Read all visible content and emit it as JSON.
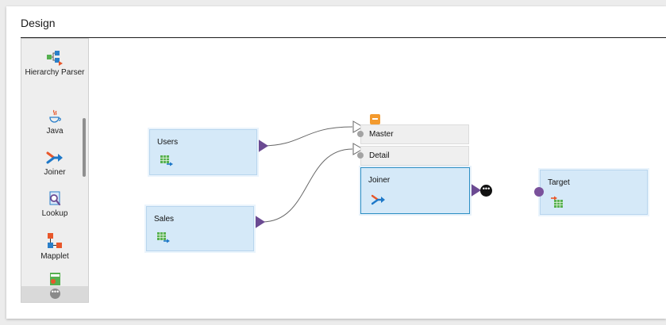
{
  "panel": {
    "title": "Design"
  },
  "palette": {
    "items": [
      {
        "label": "Hierarchy Parser",
        "icon": "hierarchy-parser-icon"
      },
      {
        "label": "Java",
        "icon": "java-icon"
      },
      {
        "label": "Joiner",
        "icon": "joiner-icon"
      },
      {
        "label": "Lookup",
        "icon": "lookup-icon"
      },
      {
        "label": "Mapplet",
        "icon": "mapplet-icon"
      },
      {
        "label": "",
        "icon": "partial-transformation-icon"
      }
    ],
    "footer_icon": "more-icon"
  },
  "canvas": {
    "nodes": {
      "users": {
        "label": "Users",
        "icon": "source-table-icon"
      },
      "sales": {
        "label": "Sales",
        "icon": "source-table-icon"
      },
      "joiner": {
        "label": "Joiner",
        "icon": "joiner-icon",
        "groups": [
          {
            "label": "Master"
          },
          {
            "label": "Detail"
          }
        ]
      },
      "target": {
        "label": "Target",
        "icon": "target-table-icon"
      }
    }
  },
  "colors": {
    "node_fill": "#d5e9f8",
    "port_arrow": "#6b4a92",
    "collapse": "#f39a2e",
    "joiner_orange": "#e8572a",
    "joiner_blue": "#1e78c8"
  }
}
